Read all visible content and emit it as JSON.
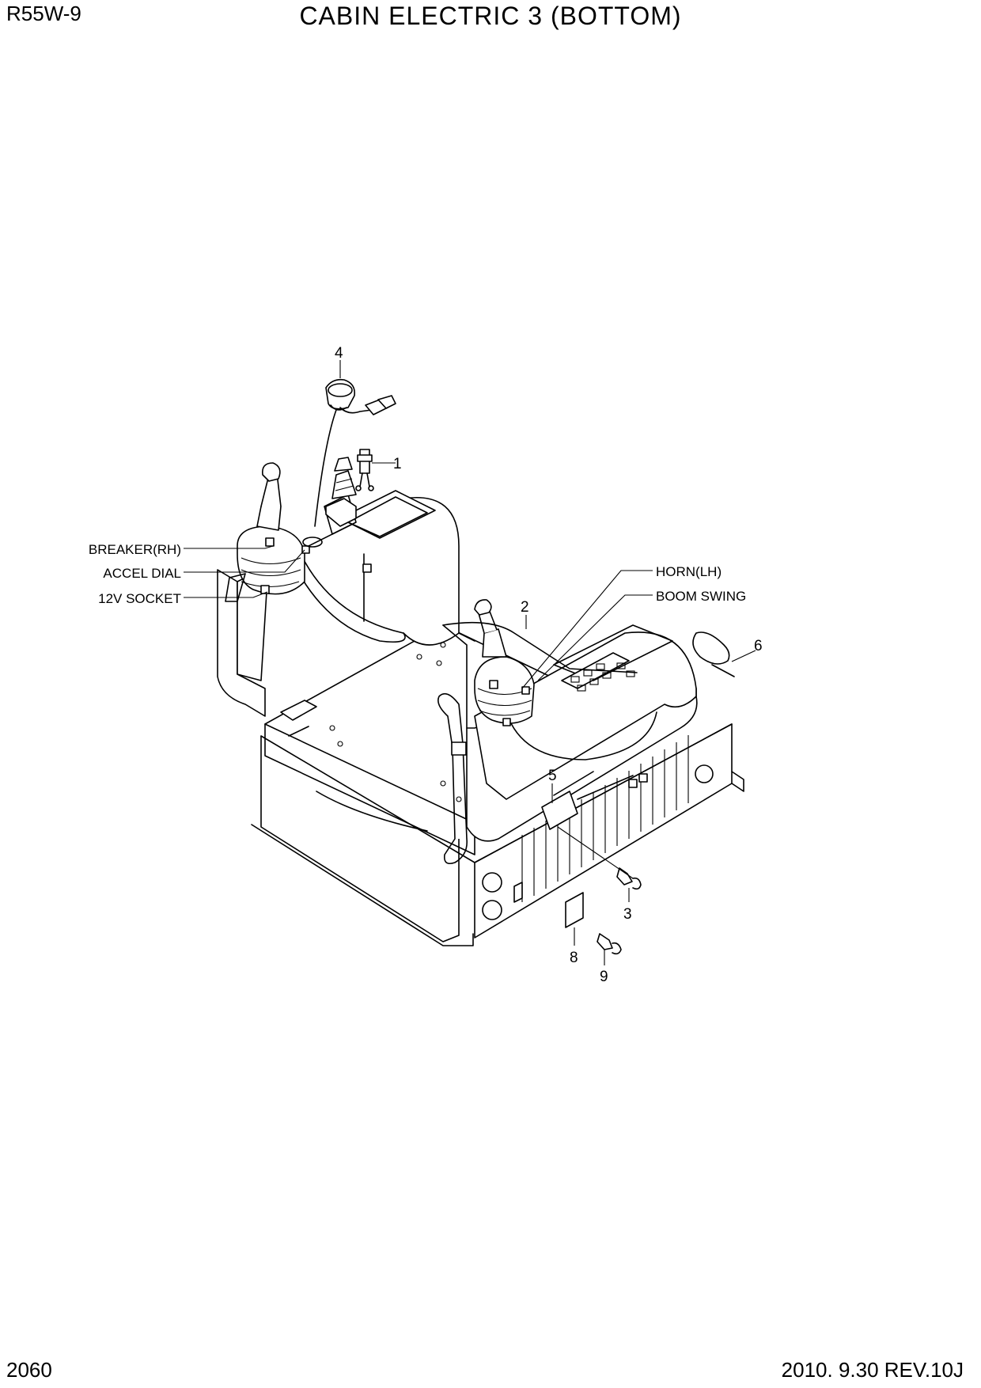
{
  "header": {
    "model": "R55W-9",
    "title": "CABIN ELECTRIC 3 (BOTTOM)"
  },
  "footer": {
    "page": "2060",
    "revision": "2010. 9.30  REV.10J"
  },
  "callouts": {
    "c1": "1",
    "c2": "2",
    "c3": "3",
    "c4": "4",
    "c5": "5",
    "c6": "6",
    "c8": "8",
    "c9": "9"
  },
  "labels": {
    "breaker_rh": "BREAKER(RH)",
    "accel_dial": "ACCEL DIAL",
    "socket_12v": "12V SOCKET",
    "horn_lh": "HORN(LH)",
    "boom_swing": "BOOM SWING"
  }
}
